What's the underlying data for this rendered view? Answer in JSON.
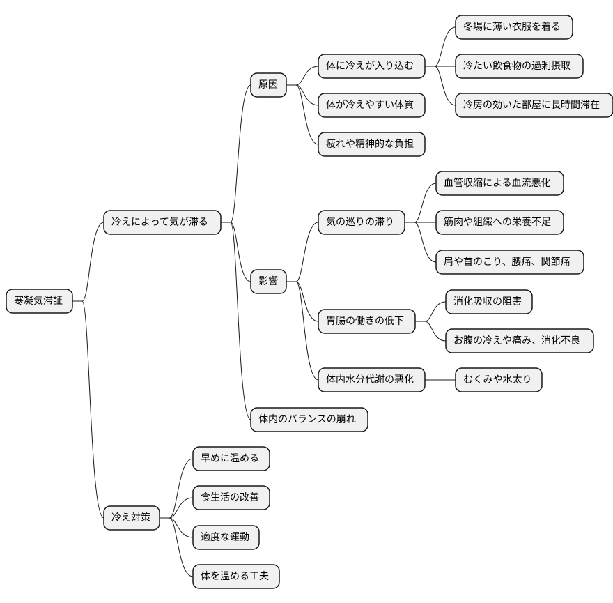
{
  "mindmap": {
    "root": {
      "label": "寒凝気滞証",
      "children": [
        {
          "label": "冷えによって気が滞る",
          "children": [
            {
              "label": "原因",
              "children": [
                {
                  "label": "体に冷えが入り込む",
                  "children": [
                    {
                      "label": "冬場に薄い衣服を着る",
                      "children": []
                    },
                    {
                      "label": "冷たい飲食物の過剰摂取",
                      "children": []
                    },
                    {
                      "label": "冷房の効いた部屋に長時間滞在",
                      "children": []
                    }
                  ]
                },
                {
                  "label": "体が冷えやすい体質",
                  "children": []
                },
                {
                  "label": "疲れや精神的な負担",
                  "children": []
                }
              ]
            },
            {
              "label": "影響",
              "children": [
                {
                  "label": "気の巡りの滞り",
                  "children": [
                    {
                      "label": "血管収縮による血流悪化",
                      "children": []
                    },
                    {
                      "label": "筋肉や組織への栄養不足",
                      "children": []
                    },
                    {
                      "label": "肩や首のこり、腰痛、関節痛",
                      "children": []
                    }
                  ]
                },
                {
                  "label": "胃腸の働きの低下",
                  "children": [
                    {
                      "label": "消化吸収の阻害",
                      "children": []
                    },
                    {
                      "label": "お腹の冷えや痛み、消化不良",
                      "children": []
                    }
                  ]
                },
                {
                  "label": "体内水分代謝の悪化",
                  "children": [
                    {
                      "label": "むくみや水太り",
                      "children": []
                    }
                  ]
                }
              ]
            },
            {
              "label": "体内のバランスの崩れ",
              "children": []
            }
          ]
        },
        {
          "label": "冷え対策",
          "children": [
            {
              "label": "早めに温める",
              "children": []
            },
            {
              "label": "食生活の改善",
              "children": []
            },
            {
              "label": "適度な運動",
              "children": []
            },
            {
              "label": "体を温める工夫",
              "children": []
            }
          ]
        }
      ]
    }
  }
}
